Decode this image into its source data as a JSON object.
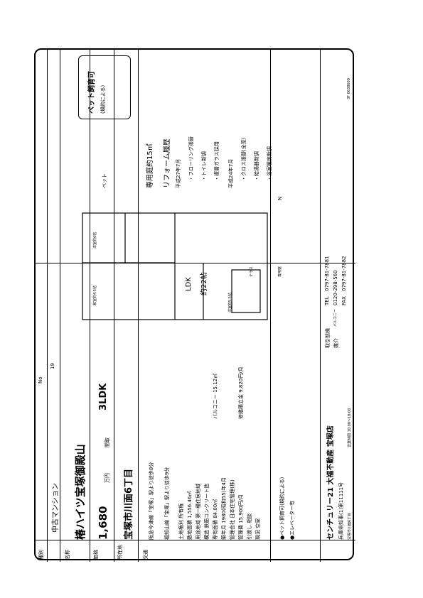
{
  "header": {
    "category_label": "種別",
    "category": "中古マンション",
    "number_label": "No",
    "number": "19",
    "code": "3F 0638600"
  },
  "property": {
    "name_label": "名称",
    "name": "椿ハイツ宝塚御殿山",
    "price_label": "価格",
    "price": "1,680",
    "price_unit": "万円",
    "layout_label": "間取",
    "layout": "3LDK",
    "location_label": "所在地",
    "location": "宝塚市川面6丁目",
    "traffic_label": "交通",
    "traffic_1": "阪急今津線「宝塚」駅より徒歩8分",
    "traffic_2": "福知山線「宝塚」駅より徒歩9分"
  },
  "details": [
    "土地権利 所有権",
    "敷地面積 1,556.46㎡",
    "用途地域 第一種住居地域",
    "構造 鉄筋コンクリート造",
    "専有面積 84.00㎡",
    "バルコニー 15.12㎡",
    "築年月 1980(昭和55)年4月",
    "管理会社 日本住宅管理(株)",
    "管理費 15,900円/月",
    "修繕積立金 9,820円/月",
    "引渡し 相談",
    "現況 空家"
  ],
  "remarks": [
    "●ペット飼育可(規約による)",
    "●エレベーター有"
  ],
  "floorplan": {
    "ldk": "LDK",
    "ldk_size": "約22帖",
    "room_western": "洋室約6帖",
    "room_japanese": "和室約4.5帖",
    "room_other": "洋室約5.5帖",
    "balcony": "バルコニー",
    "terrace": "テラス",
    "common": "専用庭",
    "north": "N"
  },
  "features": {
    "pet_badge": "ペット飼育可",
    "pet_sub": "(規約による)",
    "pet_mark": "ペット",
    "items": [
      "専用庭約15㎡",
      "リフォーム履歴",
      "平成27年7月",
      "・フローリング張替",
      "・トイレ新調",
      "・複層ガラス採用",
      "平成24年7月",
      "・クロス張替(全室)",
      "・給湯器新調",
      "・浴室暖房新調"
    ]
  },
  "footer": {
    "company": "センチュリー21 大福不動産 宝塚店",
    "tel_label": "TEL",
    "tel": "0797-81-7881",
    "freedial": "0120-298-560",
    "fax_label": "FAX",
    "fax": "0797-81-7882",
    "license": "兵庫県知事(1)第11111号",
    "address": "宝塚市川面6丁目",
    "hours": "営業時間 10:00〜18:00",
    "transaction_label": "取引態様",
    "transaction": "媒介"
  }
}
